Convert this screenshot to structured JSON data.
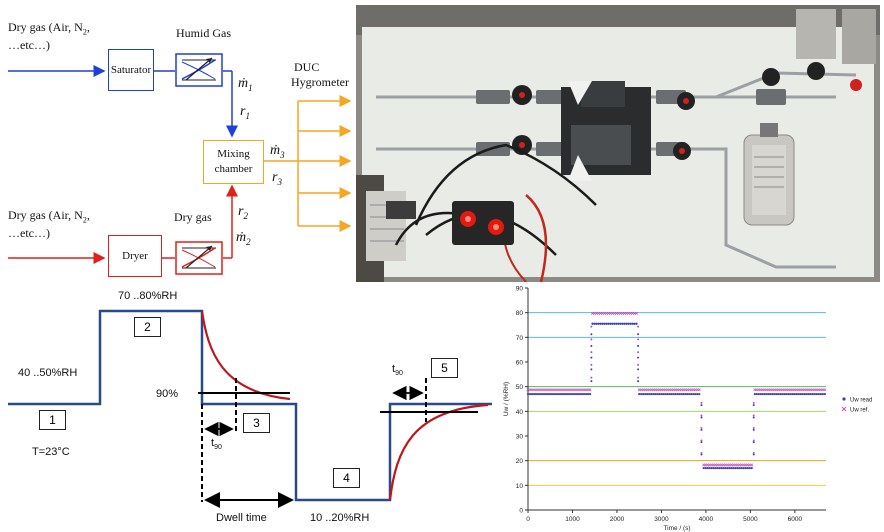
{
  "flow": {
    "dry_gas_top_line1": "Dry gas (Air, N",
    "dry_gas_top_sub": "2",
    "dry_gas_top_line1_end": ",",
    "dry_gas_top_line2": "…etc…)",
    "saturator": "Saturator",
    "humid_gas": "Humid Gas",
    "m1": "ṁ",
    "m1_sub": "1",
    "r1": "r",
    "r1_sub": "1",
    "mixing_line1": "Mixing",
    "mixing_line2": "chamber",
    "m3": "ṁ",
    "m3_sub": "3",
    "r3": "r",
    "r3_sub": "3",
    "duc_line1": "DUC",
    "duc_line2": "Hygrometer",
    "r2": "r",
    "r2_sub": "2",
    "m2": "ṁ",
    "m2_sub": "2",
    "dry_gas_bottom_line1": "Dry gas (Air, N",
    "dry_gas_bottom_sub": "2",
    "dry_gas_bottom_line1_end": ",",
    "dry_gas_bottom_line2": "…etc…)",
    "dryer": "Dryer",
    "dry_gas_label": "Dry gas",
    "colors": {
      "blue": "#1f3fd6",
      "red": "#e0201a",
      "orange": "#f5a623"
    }
  },
  "step": {
    "label_70_80": "70 ..80%RH",
    "label_40_50": "40 ..50%RH",
    "label_90": "90%",
    "label_t90_left": "t",
    "label_t90_left_sub": "90",
    "label_t90_right": "t",
    "label_t90_right_sub": "90",
    "label_temp": "T=23°C",
    "label_dwell": "Dwell time",
    "label_10_20": "10 ..20%RH",
    "box_1": "1",
    "box_2": "2",
    "box_3": "3",
    "box_4": "4",
    "box_5": "5",
    "colors": {
      "step": "#2b4a8c",
      "response": "#c0171b"
    }
  },
  "chart_data": {
    "type": "scatter",
    "xlabel": "Time / (s)",
    "ylabel": "Uw / (%RH)",
    "xlim": [
      0,
      6700
    ],
    "ylim": [
      0,
      90
    ],
    "xticks": [
      0,
      1000,
      2000,
      3000,
      4000,
      5000,
      6000
    ],
    "yticks": [
      0,
      10,
      20,
      30,
      40,
      50,
      60,
      70,
      80,
      90
    ],
    "reference_lines": [
      {
        "y": 80,
        "color": "#58b9e6"
      },
      {
        "y": 70,
        "color": "#58b9e6"
      },
      {
        "y": 50,
        "color": "#5cb85c"
      },
      {
        "y": 40,
        "color": "#a6d36c"
      },
      {
        "y": 20,
        "color": "#f0a020"
      },
      {
        "y": 10,
        "color": "#f0d040"
      }
    ],
    "series": [
      {
        "name": "Uw read",
        "color": "#3b3fb0",
        "marker": "dot",
        "segments": [
          {
            "x": [
              0,
              1400
            ],
            "y": 47.5
          },
          {
            "x": [
              1450,
              2450
            ],
            "y": 76
          },
          {
            "x": [
              2500,
              3850
            ],
            "y": 47.5
          },
          {
            "x": [
              3950,
              5050
            ],
            "y": 17.5
          },
          {
            "x": [
              5100,
              6700
            ],
            "y": 47.5
          }
        ]
      },
      {
        "name": "Uw ref.",
        "color": "#c04cc0",
        "marker": "x",
        "segments": [
          {
            "x": [
              0,
              1400
            ],
            "y": 48.5
          },
          {
            "x": [
              1450,
              2450
            ],
            "y": 79.5
          },
          {
            "x": [
              2500,
              3850
            ],
            "y": 48.5
          },
          {
            "x": [
              3950,
              5050
            ],
            "y": 18
          },
          {
            "x": [
              5100,
              6700
            ],
            "y": 48.5
          }
        ]
      }
    ],
    "legend_position": "right"
  },
  "photo": {
    "brand_colors": {
      "board": "#e9ebe6",
      "dark": "#222222",
      "red": "#e21a12",
      "panel": "#b8b6b0"
    }
  }
}
